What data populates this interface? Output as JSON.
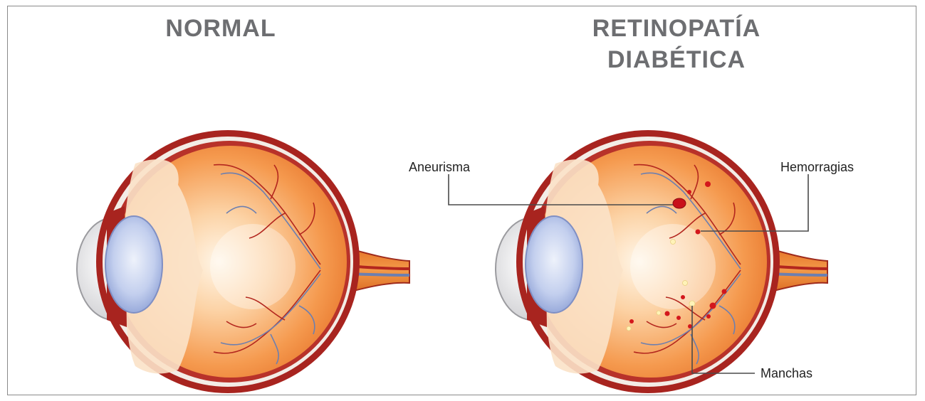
{
  "titles": {
    "normal": "NORMAL",
    "retinopathy_line1": "RETINOPATÍA",
    "retinopathy_line2": "DIABÉTICA"
  },
  "labels": {
    "aneurysm": "Aneurisma",
    "hemorrhages": "Hemorragias",
    "spots": "Manchas"
  },
  "colors": {
    "sclera": "#a8241f",
    "eye_fill": "#f7a85c",
    "vessel_red": "#b3261e",
    "vessel_blue": "#6c7fb0",
    "lens": "#b9c7ea",
    "hemorrhage": "#d3171c",
    "exudate": "#fff3b8",
    "text": "#6d6e71"
  }
}
